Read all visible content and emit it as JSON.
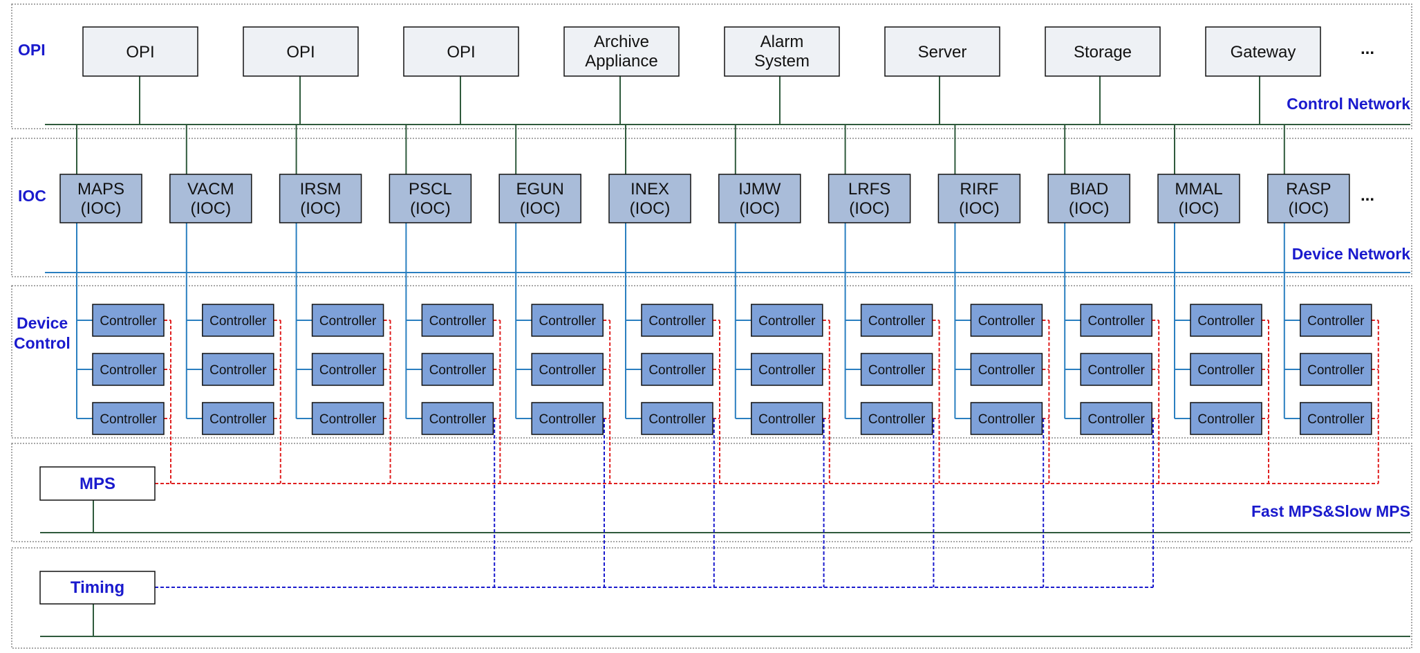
{
  "layers": {
    "opi": "OPI",
    "ioc": "IOC",
    "device_control": [
      "Device",
      "Control"
    ]
  },
  "networks": {
    "control": "Control Network",
    "device": "Device Network",
    "mps": "Fast MPS&Slow MPS"
  },
  "opi_row": [
    {
      "lines": [
        "OPI"
      ]
    },
    {
      "lines": [
        "OPI"
      ]
    },
    {
      "lines": [
        "OPI"
      ]
    },
    {
      "lines": [
        "Archive",
        "Appliance"
      ]
    },
    {
      "lines": [
        "Alarm",
        "System"
      ]
    },
    {
      "lines": [
        "Server"
      ]
    },
    {
      "lines": [
        "Storage"
      ]
    },
    {
      "lines": [
        "Gateway"
      ]
    }
  ],
  "ioc_row": [
    {
      "lines": [
        "MAPS",
        "(IOC)"
      ]
    },
    {
      "lines": [
        "VACM",
        "(IOC)"
      ]
    },
    {
      "lines": [
        "IRSM",
        "(IOC)"
      ]
    },
    {
      "lines": [
        "PSCL",
        "(IOC)"
      ]
    },
    {
      "lines": [
        "EGUN",
        "(IOC)"
      ]
    },
    {
      "lines": [
        "INEX",
        "(IOC)"
      ]
    },
    {
      "lines": [
        "IJMW",
        "(IOC)"
      ]
    },
    {
      "lines": [
        "LRFS",
        "(IOC)"
      ]
    },
    {
      "lines": [
        "RIRF",
        "(IOC)"
      ]
    },
    {
      "lines": [
        "BIAD",
        "(IOC)"
      ]
    },
    {
      "lines": [
        "MMAL",
        "(IOC)"
      ]
    },
    {
      "lines": [
        "RASP",
        "(IOC)"
      ]
    }
  ],
  "controller_label": "Controller",
  "controllers_per_ioc": 3,
  "ellipsis": "...",
  "systems": {
    "mps": "MPS",
    "timing": "Timing"
  },
  "colors": {
    "opi_box_fill": "#eef1f5",
    "ioc_box_fill": "#a9bcd9",
    "controller_fill": "#7ea1d9",
    "control_line": "#2f5a3c",
    "device_line": "#2a7fc0",
    "mps_line": "#e02020",
    "timing_line": "#1a1acd",
    "label_blue": "#1a1acd"
  }
}
